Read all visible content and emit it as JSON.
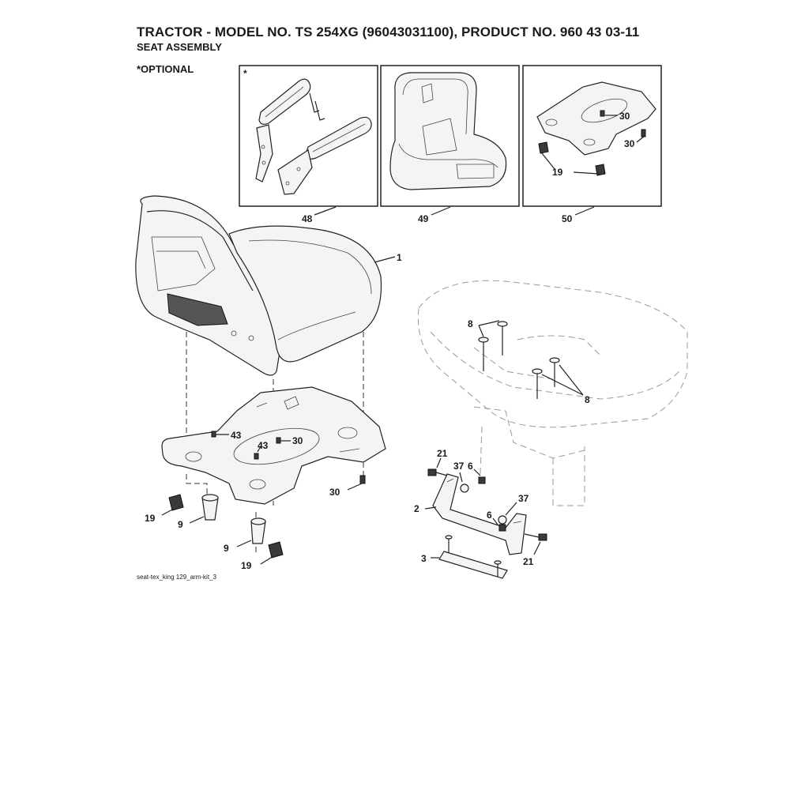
{
  "header": {
    "title": "TRACTOR - MODEL NO. TS 254XG (96043031100), PRODUCT NO. 960 43 03-11",
    "subtitle": "SEAT ASSEMBLY",
    "optional_note": "*OPTIONAL"
  },
  "insets": {
    "armrest_kit": {
      "marker": "*",
      "callout": "48"
    },
    "seat_cushion": {
      "callout": "49"
    },
    "seat_plate_kit": {
      "callout": "50",
      "labels": [
        "30",
        "30",
        "19"
      ]
    }
  },
  "callouts": {
    "seat": "1",
    "bracket": "2",
    "bar": "3",
    "nut_6a": "6",
    "nut_6b": "6",
    "bolt_8a": "8",
    "bolt_8b": "8",
    "bumper_9a": "9",
    "bumper_9b": "9",
    "knob_19a": "19",
    "knob_19b": "19",
    "bolt_21a": "21",
    "bolt_21b": "21",
    "screw_30a": "30",
    "screw_30b": "30",
    "washer_37a": "37",
    "washer_37b": "37",
    "screw_43a": "43",
    "screw_43b": "43"
  },
  "footer": {
    "drawing_id": "seat-tex_king 129_arm-kit_3"
  }
}
